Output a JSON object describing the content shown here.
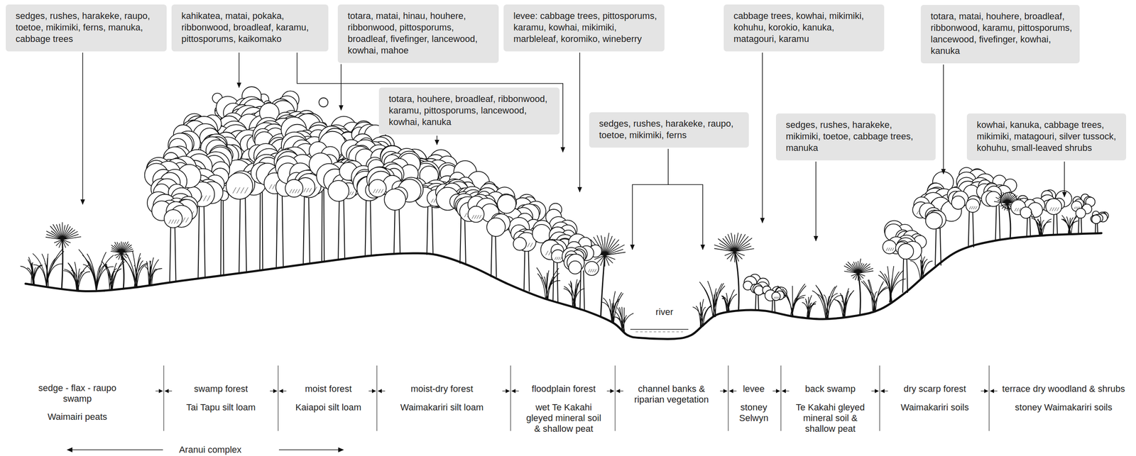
{
  "diagram": {
    "nodes": [
      {
        "text": [
          "sedges, rushes, harakeke, raupo, toetoe, mikimiki, ferns, manuka, cabbage trees"
        ]
      },
      {
        "text": [
          "kahikatea, matai, pokaka, ribbonwood, broadleaf, karamu, pittosporums, kaikomako"
        ]
      },
      {
        "text": [
          "totara, matai, hinau, houhere, ribbonwood, pittosporums, broadleaf, fivefinger, lancewood, kowhai, mahoe"
        ]
      },
      {
        "text": [
          "levee: cabbage trees, pittosporums, karamu, kowhai, mikimiki, marbleleaf, koromiko, wineberry"
        ]
      },
      {
        "text": [
          "cabbage trees, kowhai, mikimiki, kohuhu, korokio, kanuka, matagouri, karamu"
        ]
      },
      {
        "text": [
          "totara, matai, houhere, broadleaf, ribbonwood, karamu, pittosporums, lancewood, fivefinger, kowhai, kanuka"
        ]
      },
      {
        "text": [
          "totara, houhere, broadleaf, ribbonwood, karamu, pittosporums, lancewood, kowhai, kanuka"
        ]
      },
      {
        "text": [
          "sedges, rushes, harakeke, raupo, toetoe, mikimiki, ferns"
        ]
      },
      {
        "text": [
          "sedges, rushes, harakeke, mikimiki, toetoe, cabbage trees, manuka"
        ]
      },
      {
        "text": [
          "kowhai, kanuka, cabbage trees, mikimiki, matagouri, silver tussock, kohuhu, small-leaved shrubs"
        ]
      }
    ],
    "labels": [
      "sedge - flax - raupo swamp",
      "Waimairi peats",
      "swamp forest",
      "Tai Tapu silt loam",
      "moist forest",
      "Kaiapoi silt loam",
      "moist-dry forest",
      "Waimakariri silt loam",
      "floodplain forest",
      "wet Te Kakahi gleyed mineral soil & shallow peat",
      "channel banks & riparian vegetation",
      "levee",
      "stoney Selwyn",
      "back swamp",
      "Te Kakahi gleyed mineral soil & shallow peat",
      "dry scarp forest",
      "Waimakariri soils",
      "terrace dry woodland & shrubs",
      "stoney Waimakariri soils",
      "Aranui complex",
      "river"
    ]
  }
}
